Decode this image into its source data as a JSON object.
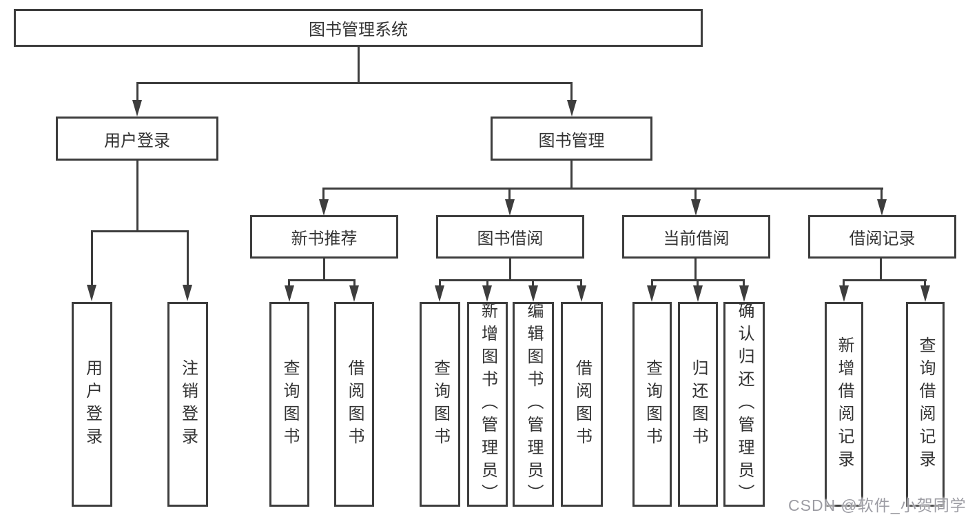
{
  "tree": {
    "root": "图书管理系统",
    "user_login": {
      "label": "用户登录",
      "children": [
        "用户登录",
        "注销登录"
      ]
    },
    "book_mgmt": {
      "label": "图书管理",
      "sections": [
        {
          "label": "新书推荐",
          "children": [
            "查询图书",
            "借阅图书"
          ]
        },
        {
          "label": "图书借阅",
          "children": [
            "查询图书",
            "新增图书（管理员）",
            "编辑图书（管理员）",
            "借阅图书"
          ]
        },
        {
          "label": "当前借阅",
          "children": [
            "查询图书",
            "归还图书",
            "确认归还（管理员）"
          ]
        },
        {
          "label": "借阅记录",
          "children": [
            "新增借阅记录",
            "查询借阅记录"
          ]
        }
      ]
    }
  },
  "watermark": "CSDN @软件_小贺同学",
  "colors": {
    "line": "#3d3d3d",
    "text": "#333333",
    "background": "#ffffff",
    "watermark": "#9c9ca3"
  }
}
